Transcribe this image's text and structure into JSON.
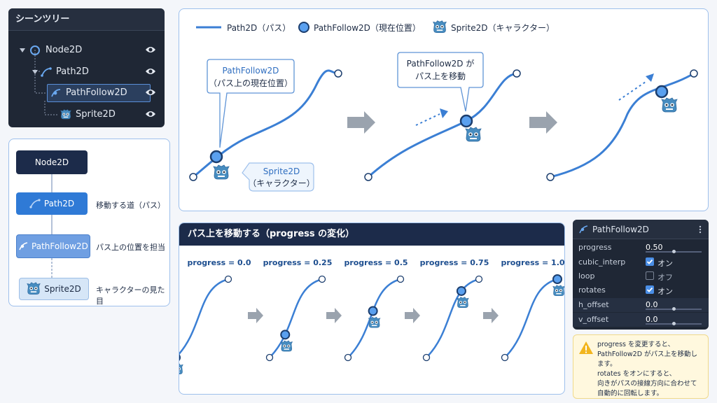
{
  "scene_tree": {
    "title": "シーンツリー",
    "nodes": [
      {
        "label": "Node2D",
        "icon": "node2d-circle-icon"
      },
      {
        "label": "Path2D",
        "icon": "path2d-icon"
      },
      {
        "label": "PathFollow2D",
        "icon": "pathfollow2d-icon",
        "selected": true
      },
      {
        "label": "Sprite2D",
        "icon": "godot-sprite-icon"
      }
    ]
  },
  "hierarchy": {
    "nodes": [
      {
        "label": "Node2D",
        "desc": ""
      },
      {
        "label": "Path2D",
        "desc": "移動する道（パス）"
      },
      {
        "label": "PathFollow2D",
        "desc": "パス上の位置を担当"
      },
      {
        "label": "Sprite2D",
        "desc": "キャラクターの見た目"
      }
    ]
  },
  "legend": {
    "path": "Path2D（パス）",
    "follow": "PathFollow2D（現在位置）",
    "sprite": "Sprite2D（キャラクター）"
  },
  "callouts": {
    "follow_line1": "PathFollow2D",
    "follow_line2": "（パス上の現在位置）",
    "sprite_line1": "Sprite2D",
    "sprite_line2": "（キャラクター）",
    "move_line1": "PathFollow2D が",
    "move_line2": "パス上を移動"
  },
  "progress_section": {
    "title": "パス上を移動する（progress の変化）",
    "steps": [
      {
        "label": "progress = 0.0",
        "progress": 0.0
      },
      {
        "label": "progress = 0.25",
        "progress": 0.25
      },
      {
        "label": "progress = 0.5",
        "progress": 0.5
      },
      {
        "label": "progress = 0.75",
        "progress": 0.75
      },
      {
        "label": "progress = 1.0",
        "progress": 1.0
      }
    ]
  },
  "inspector": {
    "title": "PathFollow2D",
    "menu_icon": "kebab-menu-icon",
    "props": {
      "progress": {
        "name": "progress",
        "value": "0.50",
        "level": 0.5
      },
      "cubic_interp": {
        "name": "cubic_interp",
        "state": "オン",
        "checked": true
      },
      "loop": {
        "name": "loop",
        "state": "オフ",
        "checked": false
      },
      "rotates": {
        "name": "rotates",
        "state": "オン",
        "checked": true
      },
      "h_offset": {
        "name": "h_offset",
        "value": "0.0",
        "level": 0.5
      },
      "v_offset": {
        "name": "v_offset",
        "value": "0.0",
        "level": 0.5
      }
    }
  },
  "note": {
    "lines": [
      "progress を変更すると、",
      "PathFollow2D がパス上を移動します。",
      "rotates をオンにすると、",
      "向きがパスの接線方向に合わせて",
      "自動的に回転します。"
    ]
  },
  "colors": {
    "accent": "#4a8ee6",
    "dark_panel": "#1f2735",
    "navy": "#1c2b4a",
    "path_blue": "#3b7fd4",
    "warning": "#f2b51e"
  }
}
